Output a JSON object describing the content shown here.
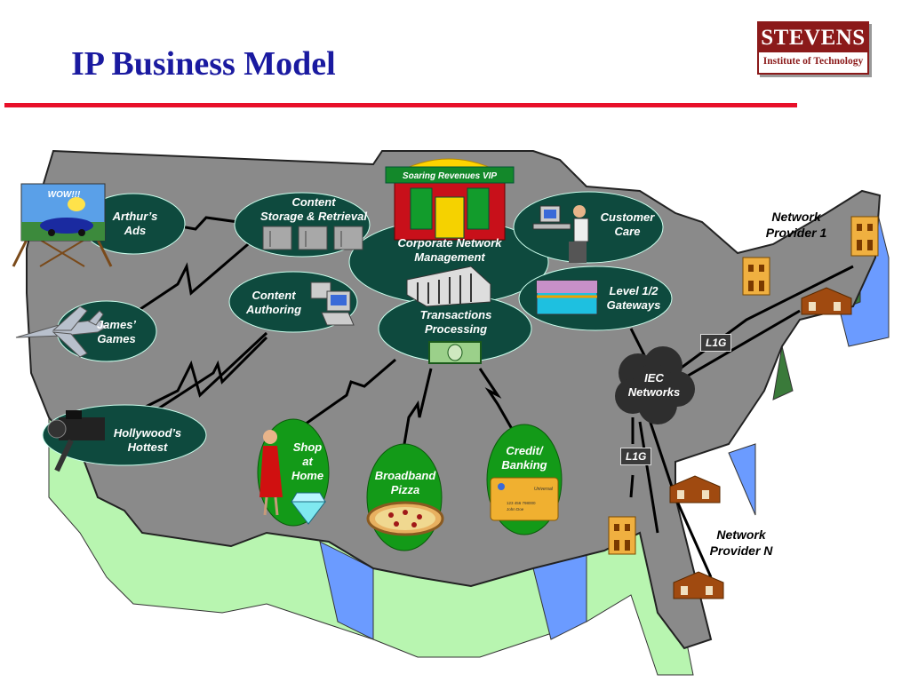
{
  "title": "IP Business Model",
  "logo": {
    "name": "STEVENS",
    "subtitle": "Institute of Technology"
  },
  "colors": {
    "node_fill": "#0e4a3e",
    "green_node": "#139a18",
    "map_fill": "#8a8a8a",
    "accent_rule": "#e8102a",
    "title": "#1a1aa0"
  },
  "nodes": {
    "arthurs_ads": "Arthur’s\nAds",
    "james_games": "James’\nGames",
    "hollywood": "Hollywood’s\nHottest",
    "content_storage": "Content\nStorage & Retrieval",
    "content_authoring": "Content\nAuthoring",
    "corporate": "Corporate Network\nManagement",
    "transactions": "Transactions\nProcessing",
    "customer_care": "Customer\nCare",
    "gateways": "Level 1/2\nGateways",
    "shop": "Shop\nat\nHome",
    "pizza": "Broadband\nPizza",
    "credit": "Credit/\nBanking",
    "iec": "IEC\nNetworks"
  },
  "billboard_text": "WOW!!!",
  "vip_sign": "Soaring Revenues VIP",
  "credit_card": {
    "number": "123 456 798000",
    "holder": "John Doe",
    "brand": "Universal"
  },
  "tags": {
    "l1g_top": "L1G",
    "l1g_bottom": "L1G"
  },
  "providers": {
    "first": "Network\nProvider 1",
    "last": "Network\nProvider N"
  }
}
